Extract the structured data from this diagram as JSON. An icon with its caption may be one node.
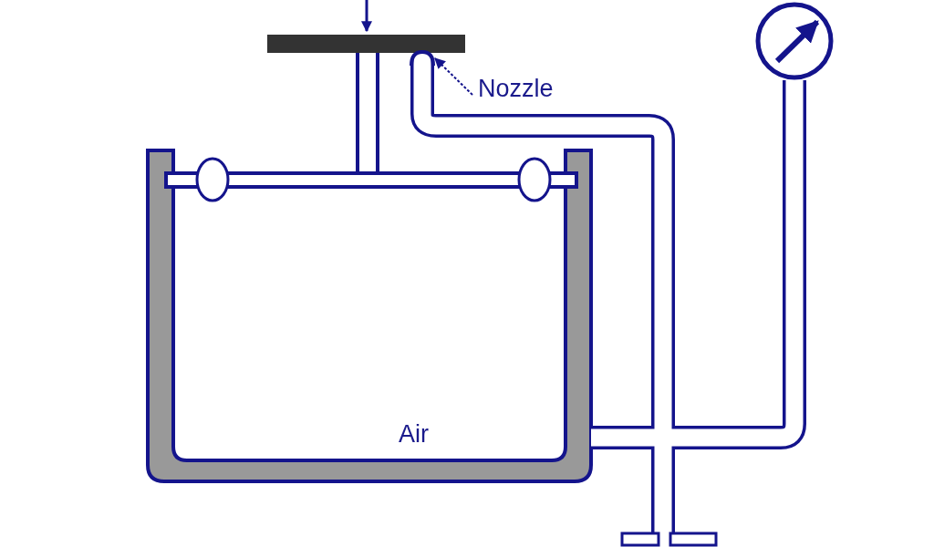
{
  "diagram": {
    "nodes": [
      {
        "text": [
          "Nozzle"
        ]
      },
      {
        "text": [],
        "shape": "arch"
      }
    ],
    "edges": [
      {
        "from": 0,
        "to": 1,
        "arrow": "to"
      }
    ],
    "labels": [
      "Air"
    ]
  }
}
